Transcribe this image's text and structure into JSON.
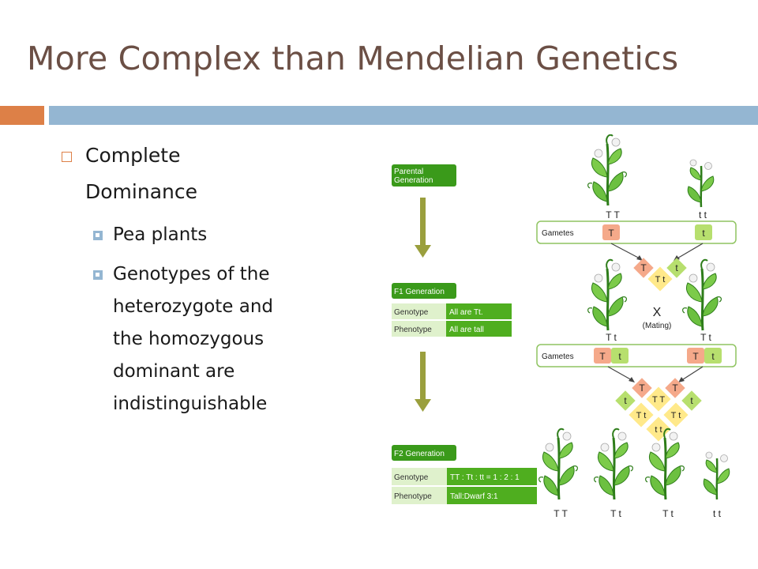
{
  "slide": {
    "title": "More Complex than Mendelian Genetics",
    "bullet1": {
      "line1": "Complete",
      "line2": "Dominance"
    },
    "sub1": "Pea plants",
    "sub2": [
      "Genotypes of the",
      "heterozygote and",
      "the homozygous",
      "dominant are",
      "indistinguishable"
    ]
  },
  "diagram": {
    "parental": {
      "line1": "Parental",
      "line2": "Generation"
    },
    "f1": {
      "header": "F1 Generation",
      "rows": [
        {
          "label": "Genotype",
          "value": "All are Tt."
        },
        {
          "label": "Phenotype",
          "value": "All are tall"
        }
      ]
    },
    "f2": {
      "header": "F2 Generation",
      "rows": [
        {
          "label": "Genotype",
          "value": "TT : Tt : tt = 1 : 2 : 1"
        },
        {
          "label": "Phenotype",
          "value": "Tall:Dwarf 3:1"
        }
      ]
    },
    "gametes_label": "Gametes",
    "parents": [
      "T T",
      "t t"
    ],
    "p_gametes": [
      "T",
      "t"
    ],
    "combine1": {
      "left": "T",
      "right": "t",
      "result": "T t"
    },
    "f1_plants": [
      "T t",
      "T t"
    ],
    "cross": {
      "x": "X",
      "mating": "(Mating)"
    },
    "f1_gametes": [
      "T",
      "t",
      "T",
      "t"
    ],
    "punnett": {
      "top_left": "T",
      "top_right": "T",
      "left": "t",
      "right": "t",
      "tt_top": "T T",
      "mid_left": "T t",
      "mid_right": "T t",
      "bottom": "t t"
    },
    "f2_plants": [
      "T T",
      "T t",
      "T t",
      "t t"
    ]
  },
  "colors": {
    "title": "#6b4f45",
    "orange": "#dd8047",
    "blue": "#94b6d2",
    "green": "#3a9a1a",
    "pink": "#f5a98a",
    "lime": "#b7df6e",
    "yellow": "#ffe98a",
    "arrow": "#9a9f3d"
  }
}
